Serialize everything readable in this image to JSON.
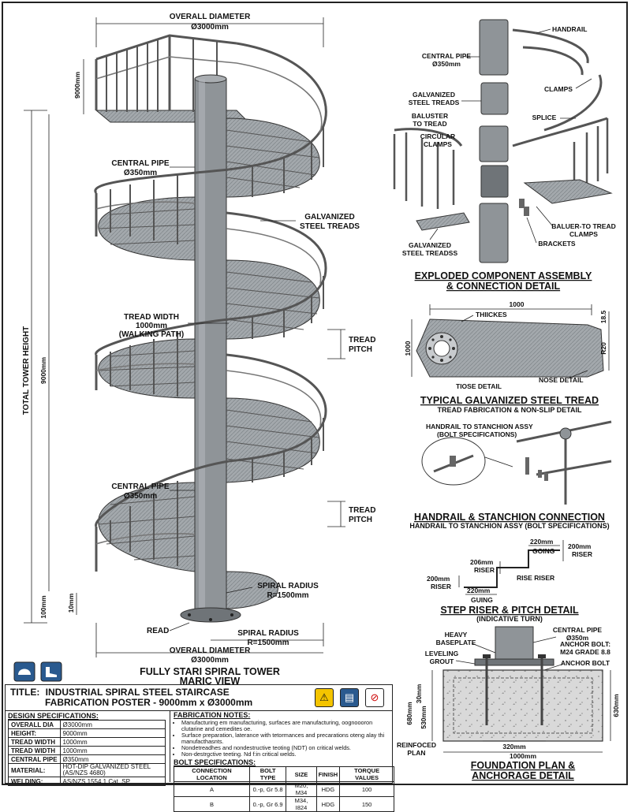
{
  "main_view": {
    "overall_diameter_top": "OVERALL DIAMETER",
    "diameter_value_top": "Ø3000mm",
    "top_height_dim": "9000mm",
    "total_tower_height": "TOTAL TOWER HEIGHT",
    "total_height_value": "9000mm",
    "central_pipe_1": "CENTRAL PIPE",
    "central_pipe_1_value": "Ø350mm",
    "galv_treads_1": "GALVANIZED",
    "galv_treads_2": "STEEL TREADS",
    "tread_width_1": "TREAD WIDTH",
    "tread_width_2": "1000mm",
    "tread_width_3": "(WALKING PATH)",
    "tread_pitch_a1": "TREAD",
    "tread_pitch_a2": "PITCH",
    "tread_pitch_b1": "TREAD",
    "tread_pitch_b2": "PITCH",
    "central_pipe_2": "CENTRAL PIPE",
    "central_pipe_2_value": "Ø350mm",
    "spiral_radius_1": "SPIRAL RADIUS",
    "spiral_radius_1_value": "R=1500mm",
    "dim_100": "100mm",
    "dim_10": "10mm",
    "read_label": "READ",
    "spiral_radius_2": "SPIRAL RADIUS",
    "spiral_radius_2_value": "R=1500mm",
    "overall_diameter_bottom": "OVERALL DIAMETER",
    "diameter_value_bottom": "Ø3000mm",
    "caption_1": "FULLY STARI SPIRAL TOWER",
    "caption_2": "MARIC VIEW"
  },
  "exploded": {
    "central_pipe": "CENTRAL PIPE",
    "central_pipe_value": "Ø350mm",
    "handrail": "HANDRAIL",
    "galv_treads_1": "GALVANIZED",
    "galv_treads_2": "STEEL TREADS",
    "clamps": "CLAMPS",
    "baluster_1": "BALUSTER",
    "baluster_2": "TO TREAD",
    "splice": "SPLICE",
    "circular_1": "CIRCULAR",
    "circular_2": "CLAMPS",
    "baluer_1": "BALUER-TO TREAD",
    "baluer_2": "CLAMPS",
    "brackets": "BRACKETS",
    "galv_bottom_1": "GALVANIZED",
    "galv_bottom_2": "STEEL TREADSS",
    "title_1": "EXPLODED COMPONENT ASSEMBLY",
    "title_2": "& CONNECTION DETAIL"
  },
  "tread_detail": {
    "dim_1000": "1000",
    "thickness": "THIICKES",
    "dim_185": "18.5",
    "dim_left": "1000",
    "dim_right": "R20",
    "nose_detail": "NOSE DETAIL",
    "tiose_detail": "TIOSE DETAIL",
    "title": "TYPICAL GALVANIZED STEEL TREAD",
    "subtitle": "TREAD FABRICATION & NON-SLIP DETAIL"
  },
  "handrail_detail": {
    "top_label": "HANDRAIL TO STANCHION ASSY",
    "top_label_2": "(BOLT SPECIFICATIONS)",
    "title": "HANDRAIL & STANCHION CONNECTION",
    "subtitle": "HANDRAIL TO STANCHION ASSY (BOLT SPECIFICATIONS)"
  },
  "riser_detail": {
    "going_top_value": "220mm",
    "going_top": "GOING",
    "riser_right_value": "200mm",
    "riser_right": "RISER",
    "riser_mid_value": "206mm",
    "riser_mid": "RISER",
    "rise_riser": "RISE RISER",
    "riser_left_value": "200mm",
    "riser_left": "RISER",
    "going_bottom_value": "220mm",
    "going_bottom": "GUING",
    "title": "STEP RISER & PITCH DETAIL",
    "subtitle": "(INDICATIVE TURN)"
  },
  "foundation": {
    "heavy_1": "HEAVY",
    "heavy_2": "BASEPLATE",
    "central_pipe": "CENTRAL PIPE",
    "central_pipe_value": "Ø350m",
    "leveling_1": "LEVELING",
    "leveling_2": "GROUT",
    "anchor_1": "ANCHOR BOLT:",
    "anchor_2": "M24 GRADE 8.8",
    "anchor_bolt": "ANCHOR BOLT",
    "dim_30": "30mm",
    "dim_680": "680mm",
    "dim_530": "530mm",
    "dim_630": "630mm",
    "reinforced_1": "REINFOCED",
    "reinforced_2": "PLAN",
    "dim_320": "320mm",
    "dim_1000": "1000mm",
    "title_1": "FOUNDATION PLAN &",
    "title_2": "ANCHORAGE DETAIL"
  },
  "panel": {
    "title_label": "TITLE:",
    "title_line1": "INDUSTRIAL SPIRAL STEEL STAIRCASE",
    "title_line2": "FABRICATION POSTER - 9000mm x Ø3000mm",
    "design_header": "DESIGN SPECIFICATIONS:",
    "specs": [
      {
        "k": "OVERALL DIA",
        "v": "Ø3000mm"
      },
      {
        "k": "HEIGHT:",
        "v": "9000mm"
      },
      {
        "k": "TREAD WIDTH",
        "v": "1000mm"
      },
      {
        "k": "TREAD WIDTH",
        "v": "1000mm"
      },
      {
        "k": "CENTRAL PIPE",
        "v": "Ø350mm"
      },
      {
        "k": "MATERIAL:",
        "v": "HOT-DIP GALVANIZED STEEL (AS/NZS 4680)"
      },
      {
        "k": "WELDING:",
        "v": "AS/NZS 1554.1 Cat. SP"
      }
    ],
    "notes_header": "FABRICATION NOTES:",
    "notes": [
      "Manufacturing em manufacturing, surfaces are manufacturing, oognoooron clutarine and cemedites oe.",
      "Surface preparation, laterance with tetormances and precarations oteng alay thi manufacthasnts.",
      "Nondetreadhes and nondestructive teoting (NDT) on critical welds.",
      "Non-destrgctive teeting. Nd f:in critical welds."
    ],
    "bolt_header": "BOLT SPECIFICATIONS:",
    "bolt_columns": [
      "CONNECTION LOCATION",
      "BOLT TYPE",
      "SIZE",
      "FINISH",
      "TORQUE VALUES"
    ],
    "bolt_rows": [
      [
        "A",
        "0.-p, Gr 5.8",
        "M20, M34",
        "HDG",
        "100"
      ],
      [
        "B",
        "0.-p, Gr 6.9",
        "M34, I824",
        "HDG",
        "150"
      ]
    ]
  },
  "colors": {
    "steel": "#8f9498",
    "steel_dark": "#6f7478",
    "line": "#222222"
  }
}
